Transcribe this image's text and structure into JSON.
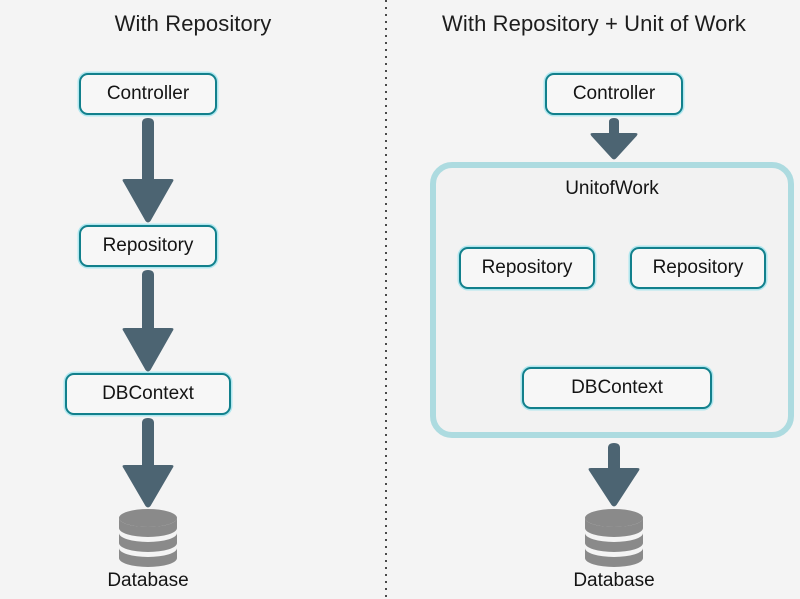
{
  "diagram": {
    "background_color": "#f4f4f4",
    "node_border_color": "#12808c",
    "container_border_color": "#addbe0",
    "arrow_color": "#4c6472",
    "database_color": "#858585",
    "title_color": "#1d1d1d"
  },
  "left_panel": {
    "title": "With Repository",
    "nodes": [
      {
        "label": "Controller"
      },
      {
        "label": "Repository"
      },
      {
        "label": "DBContext"
      }
    ],
    "database_label": "Database"
  },
  "right_panel": {
    "title": "With Repository + Unit of Work",
    "controller": {
      "label": "Controller"
    },
    "container": {
      "label": "UnitofWork",
      "repositories": [
        {
          "label": "Repository"
        },
        {
          "label": "Repository"
        }
      ],
      "dbcontext": {
        "label": "DBContext"
      }
    },
    "database_label": "Database"
  }
}
